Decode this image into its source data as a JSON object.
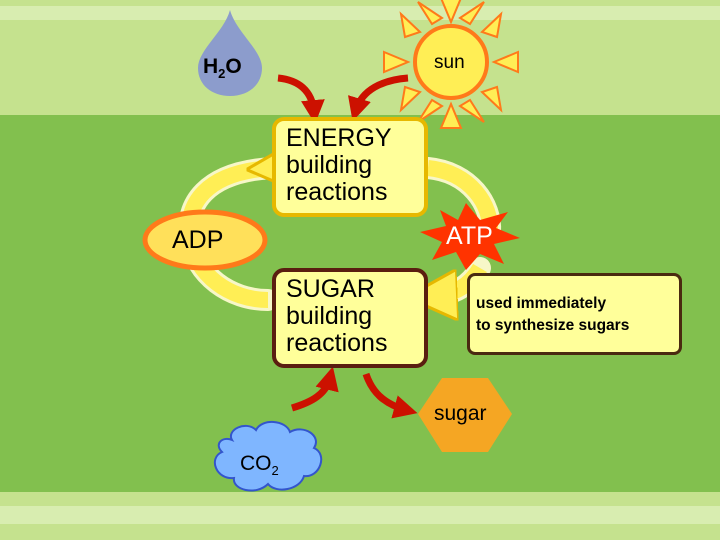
{
  "water": {
    "main": "H",
    "sub": "2",
    "tail": "O"
  },
  "sun": {
    "label": "sun"
  },
  "energy_box": {
    "line1": "ENERGY",
    "line2": "building",
    "line3": "reactions"
  },
  "sugar_box": {
    "line1": "SUGAR",
    "line2": "building",
    "line3": "reactions"
  },
  "adp": {
    "label": "ADP"
  },
  "atp": {
    "label": "ATP"
  },
  "note": {
    "line1": "used immediately",
    "line2": "to synthesize sugars"
  },
  "sugar": {
    "label": "sugar"
  },
  "co2": {
    "main": "CO",
    "sub": "2"
  },
  "colors": {
    "bg_light": "#c5e28e",
    "bg_band": "#d8edb0",
    "bg_main": "#82c04e",
    "energy_fill": "#ffff9a",
    "energy_border": "#e6b800",
    "sugar_fill": "#ffff9a",
    "sugar_border": "#5a1e10",
    "cycle_arrow": "#ffee55",
    "red_arrow": "#cc1100",
    "adp_fill": "#ffe05a",
    "adp_border": "#ff7a1a",
    "atp_fill": "#ff3300",
    "sun_fill": "#ffee55",
    "sun_border": "#ff7a1a",
    "water_fill": "#8c9ccc",
    "co2_fill": "#7fb6ff",
    "co2_border": "#3355cc",
    "sugar_hex": "#f5a623"
  }
}
